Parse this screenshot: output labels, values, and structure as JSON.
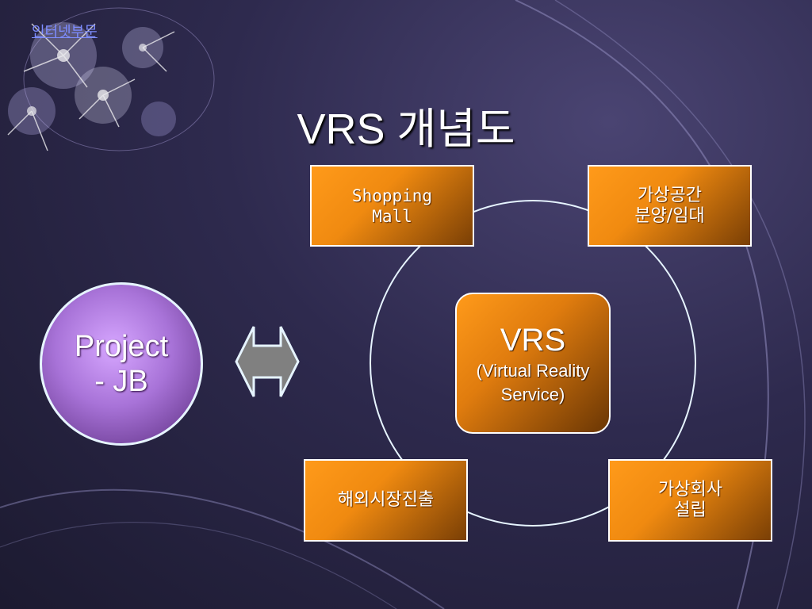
{
  "header": {
    "link_text": "인터넷부문",
    "title": "VRS 개념도"
  },
  "project": {
    "label": "Project\n- JB"
  },
  "center": {
    "title": "VRS",
    "subtitle": "(Virtual Reality\nService)"
  },
  "nodes": [
    {
      "label": "Shopping\nMall"
    },
    {
      "label": "가상공간\n분양/임대"
    },
    {
      "label": "해외시장진출"
    },
    {
      "label": "가상회사\n설립"
    }
  ],
  "colors": {
    "box_orange": "#f08a10",
    "box_dark": "#7a3f05",
    "circle_purple": "#a873d8",
    "ring": "#e6f4ff",
    "arrow_gray": "#808080",
    "background": "#2e2a4e"
  },
  "icons": {
    "arrow": "double-headed-arrow-icon",
    "decoration": "flower-decoration"
  }
}
